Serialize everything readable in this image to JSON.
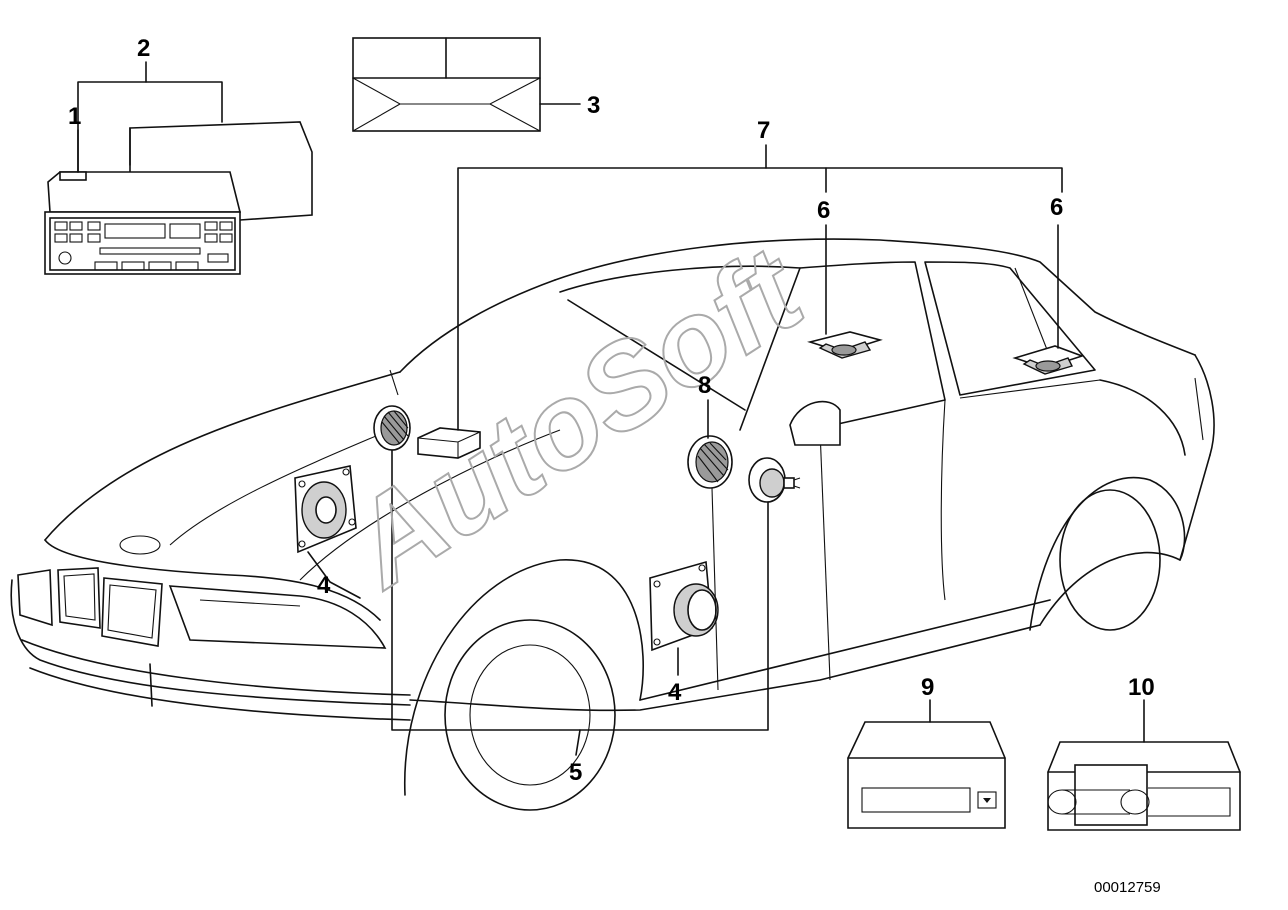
{
  "callouts": {
    "c1": "1",
    "c2": "2",
    "c3": "3",
    "c4a": "4",
    "c4b": "4",
    "c5": "5",
    "c6a": "6",
    "c6b": "6",
    "c7": "7",
    "c8": "8",
    "c9": "9",
    "c10": "10"
  },
  "watermark": "AutoSoft",
  "document_number": "00012759"
}
